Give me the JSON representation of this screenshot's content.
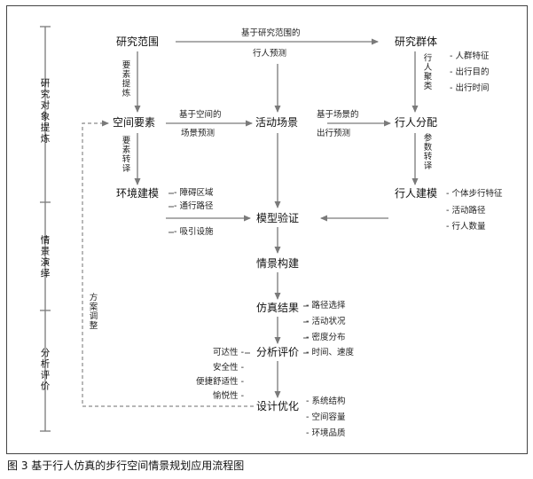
{
  "caption": "图 3  基于行人仿真的步行空间情景规划应用流程图",
  "stages": {
    "research": "研究对象提炼",
    "scenario": "情景演绎",
    "evaluation": "分析评价"
  },
  "nodes": {
    "research_scope": "研究范围",
    "research_group": "研究群体",
    "space_elements": "空间要素",
    "activity_scene": "活动场景",
    "pedestrian_distribution": "行人分配",
    "env_modeling": "环境建模",
    "pedestrian_modeling": "行人建模",
    "model_validation": "模型验证",
    "scenario_build": "情景构建",
    "sim_results": "仿真结果",
    "analysis_eval": "分析评价",
    "design_optimize": "设计优化"
  },
  "edge_labels": {
    "scope_to_group_1": "基于研究范围的",
    "scope_to_group_2": "行人预测",
    "space_to_scene_1": "基于空间的",
    "space_to_scene_2": "场景预测",
    "scene_to_dist_1": "基于场景的",
    "scene_to_dist_2": "出行预测",
    "element_extract": "要素提炼",
    "element_transform": "要素转译",
    "pedestrian_cluster": "行人聚类",
    "param_transform": "参数转译",
    "plan_adjust": "方案调整"
  },
  "lists": {
    "group_attrs": [
      "- 人群特征",
      "- 出行目的",
      "- 出行时间"
    ],
    "env_items": [
      "- 障碍区域",
      "- 通行路径",
      "- 吸引设施"
    ],
    "ped_items": [
      "- 个体步行特征",
      "- 活动路径",
      "- 行人数量"
    ],
    "sim_items": [
      "- 路径选择",
      "- 活动状况",
      "- 密度分布",
      "- 时间、速度"
    ],
    "eval_items": [
      "可达性 -",
      "安全性 -",
      "便捷舒适性 -",
      "愉悦性 -"
    ],
    "design_items": [
      "- 系统结构",
      "- 空间容量",
      "- 环境品质"
    ]
  },
  "colors": {
    "line": "#7a7a7a",
    "frame": "#444444"
  }
}
